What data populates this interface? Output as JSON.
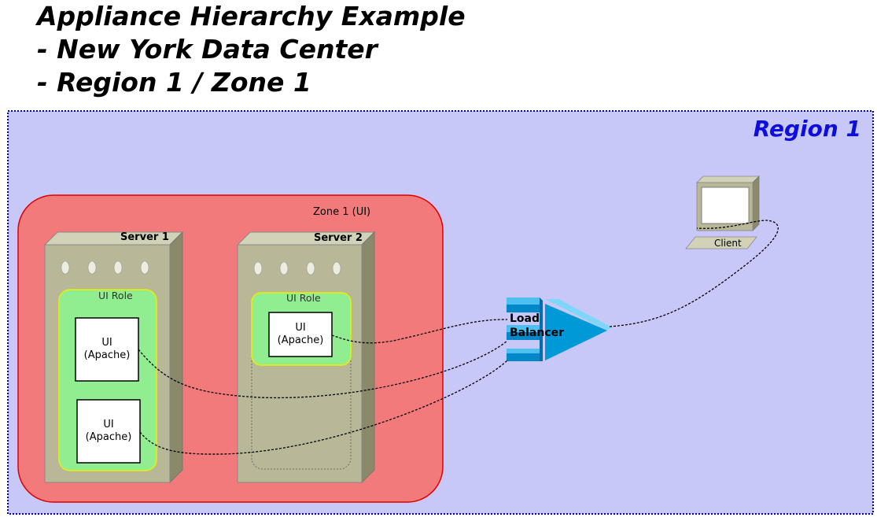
{
  "title": {
    "line1": "Appliance Hierarchy Example",
    "line2": "- New York Data Center",
    "line3": "- Region 1 / Zone 1"
  },
  "region": {
    "label": "Region 1",
    "fill": "#c8c8f8",
    "label_color": "#0d0ddc"
  },
  "zone": {
    "label": "Zone 1 (UI)",
    "fill": "#f27a7a",
    "border": "#e00000"
  },
  "servers": [
    {
      "label": "Server 1",
      "role": {
        "label": "UI Role"
      },
      "components": [
        {
          "label": "UI\n(Apache)"
        },
        {
          "label": "UI\n(Apache)"
        }
      ]
    },
    {
      "label": "Server 2",
      "role": {
        "label": "UI Role"
      },
      "components": [
        {
          "label": "UI\n(Apache)"
        }
      ]
    }
  ],
  "load_balancer": {
    "label": "Load\nBalancer",
    "color": "#0099d8"
  },
  "client": {
    "label": "Client"
  },
  "colors": {
    "server": "#b8b898",
    "role": "#90ee90",
    "role_border": "#ffff00"
  }
}
